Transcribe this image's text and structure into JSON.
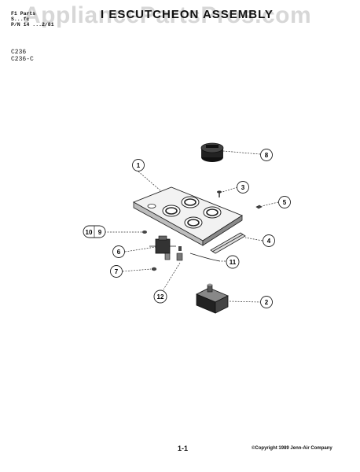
{
  "header": {
    "lines": [
      "F1 Parts",
      "S...fc",
      "P/N 14 ...2/81"
    ],
    "title": "I ESCUTCHEON ASSEMBLY"
  },
  "watermark": "AppliancePartsPros.com",
  "models": [
    "C236",
    "C236-C"
  ],
  "callouts": {
    "c1": "1",
    "c2": "2",
    "c3": "3",
    "c4": "4",
    "c5": "5",
    "c6": "6",
    "c7": "7",
    "c8": "8",
    "c9": "9",
    "c10": "10",
    "c11": "11",
    "c12": "12"
  },
  "footer": {
    "page": "1-1",
    "copyright": "©Copyright 1989 Jenn-Air Company"
  }
}
